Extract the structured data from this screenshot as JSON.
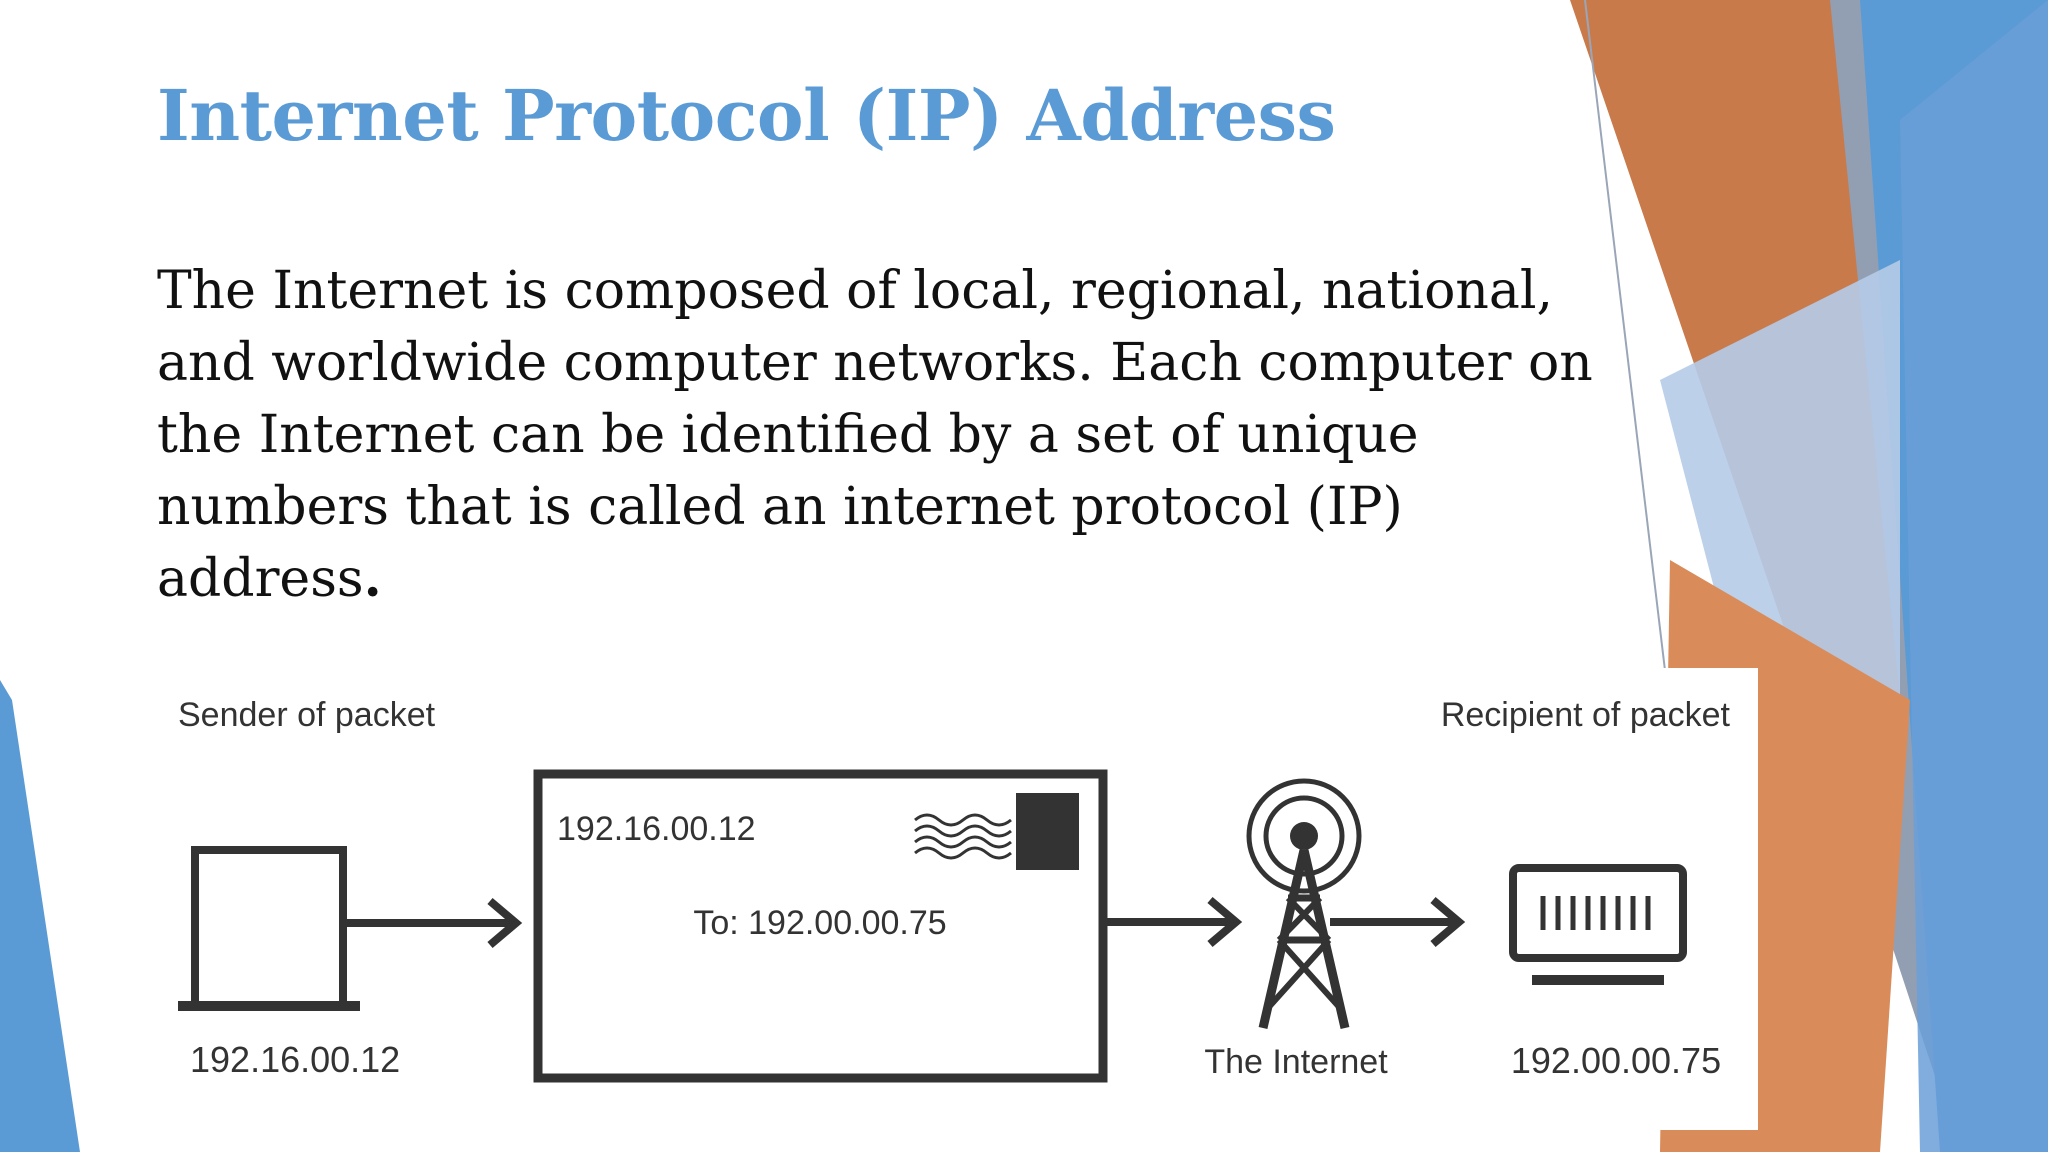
{
  "slide": {
    "title": "Internet Protocol (IP) Address",
    "body": "The Internet is composed of local, regional, national, and worldwide computer networks. Each computer on the Internet can be identified by a set of unique numbers that is called an internet protocol (IP) address",
    "body_end": "."
  },
  "diagram": {
    "sender_label": "Sender of packet",
    "recipient_label": "Recipient of packet",
    "sender_ip": "192.16.00.12",
    "envelope_from": "192.16.00.12",
    "envelope_to": "To: 192.00.00.75",
    "internet_label": "The Internet",
    "recipient_ip": "192.00.00.75"
  },
  "colors": {
    "title": "#5b9bd5",
    "orange": "#c97a4a",
    "blue": "#5b9bd5",
    "gray_blue": "#7f8ea6",
    "diagram_stroke": "#333333"
  },
  "icons": [
    "laptop-icon",
    "envelope-icon",
    "postage-stamp-icon",
    "cell-tower-icon",
    "server-icon",
    "arrow-right-icon"
  ]
}
